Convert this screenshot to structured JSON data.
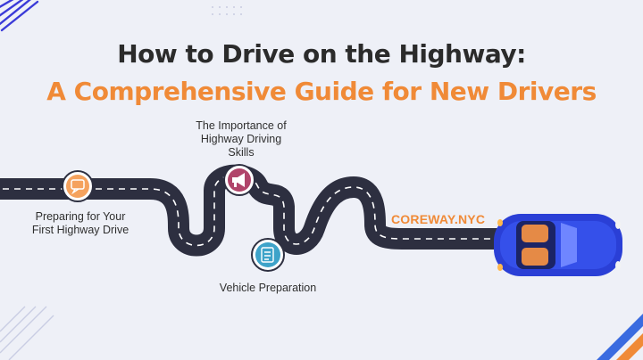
{
  "title": {
    "line1": "How to Drive on the Highway:",
    "line2": "A Comprehensive Guide for New Drivers"
  },
  "milestones": [
    {
      "label": "Preparing for Your\nFirst Highway Drive",
      "icon": "chat-icon",
      "color": "#f5a25d"
    },
    {
      "label": "The Importance of\nHighway Driving\nSkills",
      "icon": "megaphone-icon",
      "color": "#b0446a"
    },
    {
      "label": "Vehicle Preparation",
      "icon": "checklist-icon",
      "color": "#3ea3c9"
    }
  ],
  "brand": "COREWAY.NYC",
  "colors": {
    "road": "#2d2f40",
    "lane": "#ffffff",
    "accent": "#f08a37",
    "car": "#2a3fd6"
  }
}
